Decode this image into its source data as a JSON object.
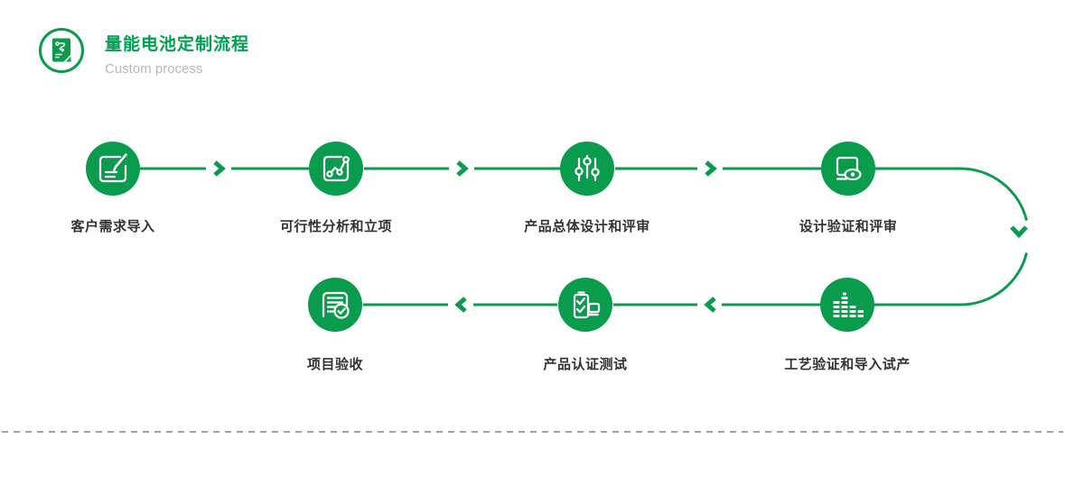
{
  "header": {
    "title": "量能电池定制流程",
    "subtitle": "Custom process",
    "icon": "process-document-icon"
  },
  "steps": [
    {
      "label": "客户需求导入",
      "icon": "edit-note-icon"
    },
    {
      "label": "可行性分析和立项",
      "icon": "analysis-chart-icon"
    },
    {
      "label": "产品总体设计和评审",
      "icon": "sliders-icon"
    },
    {
      "label": "设计验证和评审",
      "icon": "monitor-review-icon"
    },
    {
      "label": "工艺验证和导入试产",
      "icon": "equalizer-bars-icon"
    },
    {
      "label": "产品认证测试",
      "icon": "certification-test-icon"
    },
    {
      "label": "项目验收",
      "icon": "acceptance-doc-icon"
    }
  ],
  "flow": {
    "direction_top_row": "left-to-right",
    "direction_bottom_row": "right-to-left"
  },
  "colors": {
    "accent_green": "#0a9c4d",
    "title_green": "#00a150",
    "label_text": "#333333",
    "subtitle_gray": "#b9b9b9",
    "divider_gray": "#a3a3a3"
  }
}
